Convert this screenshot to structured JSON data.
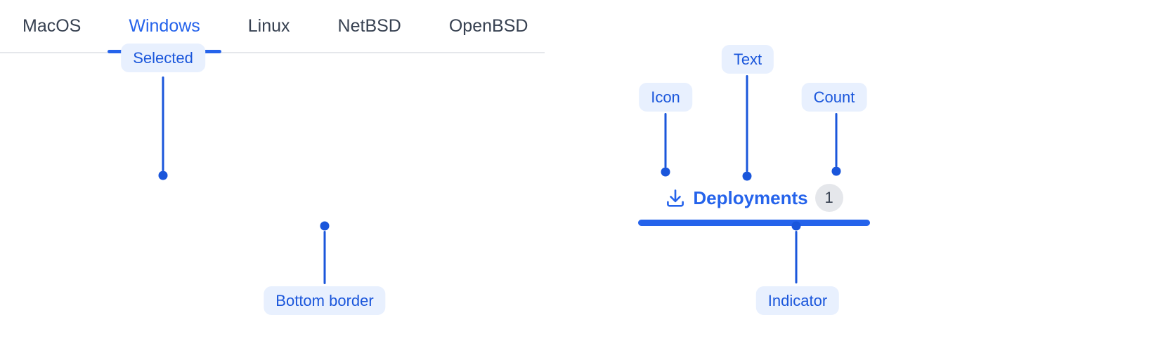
{
  "annotations": {
    "selected": {
      "label": "Selected"
    },
    "bottom_border": {
      "label": "Bottom border"
    },
    "icon": {
      "label": "Icon"
    },
    "text": {
      "label": "Text"
    },
    "count": {
      "label": "Count"
    },
    "indicator": {
      "label": "Indicator"
    }
  },
  "os_tabs": {
    "items": [
      {
        "label": "MacOS",
        "selected": false
      },
      {
        "label": "Windows",
        "selected": true
      },
      {
        "label": "Linux",
        "selected": false
      },
      {
        "label": "NetBSD",
        "selected": false
      },
      {
        "label": "OpenBSD",
        "selected": false
      }
    ]
  },
  "deployment_tab": {
    "icon": "download-icon",
    "label": "Deployments",
    "count": "1"
  },
  "colors": {
    "accent_blue": "#2563EB",
    "annotation_blue": "#1A56DB",
    "annotation_bg": "#E8F0FE",
    "tab_text": "#374151",
    "border_gray": "#E5E7EB",
    "badge_bg": "#E5E7EB"
  }
}
